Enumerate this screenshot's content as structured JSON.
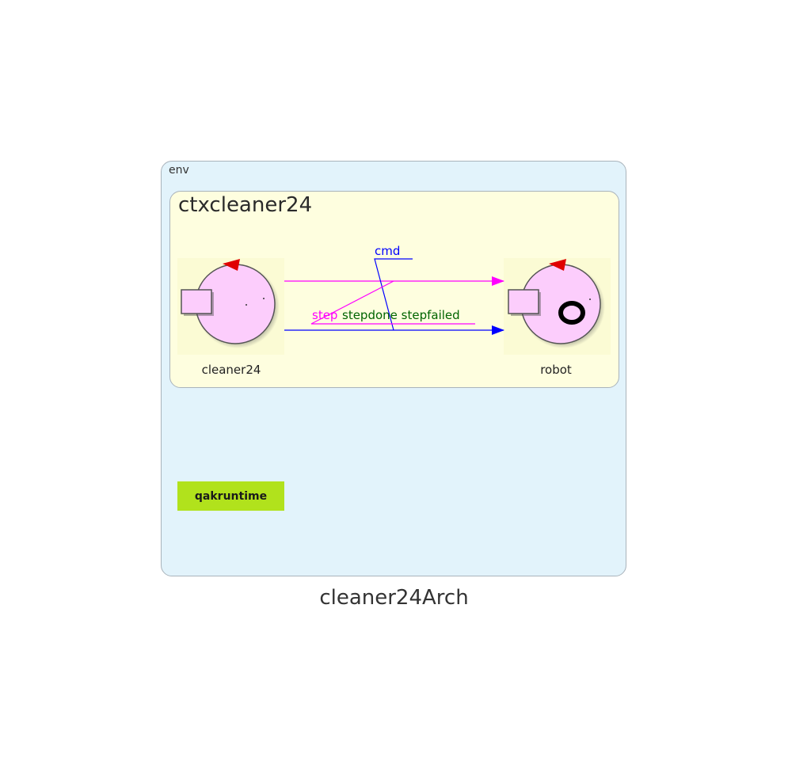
{
  "diagram": {
    "outer_context": {
      "label": "env"
    },
    "inner_context": {
      "label": "ctxcleaner24"
    },
    "actors": [
      {
        "name": "cleaner24"
      },
      {
        "name": "robot"
      }
    ],
    "messages": {
      "request": {
        "label": "cmd",
        "color": "#0000ff"
      },
      "step": {
        "label": "step",
        "color": "#ff00ff"
      },
      "replies": {
        "label": "stepdone stepfailed",
        "color": "#006400"
      }
    },
    "runtime_box": {
      "label": "qakruntime",
      "color": "#b1e21c"
    },
    "title": "cleaner24Arch"
  }
}
